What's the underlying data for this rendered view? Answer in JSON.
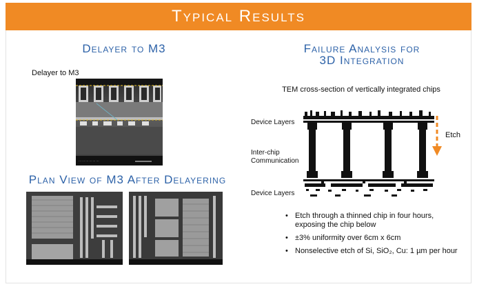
{
  "header": {
    "title": "Typical Results"
  },
  "left": {
    "section1_title": "Delayer to M3",
    "image1_label": "Delayer to M3",
    "section2_title": "Plan View of M3 After Delayering"
  },
  "right": {
    "title_line1": "Failure Analysis for",
    "title_line2": "3D Integration",
    "caption": "TEM cross-section of vertically integrated chips",
    "label_device_top": "Device Layers",
    "label_interchip_1": "Inter-chip",
    "label_interchip_2": "Communication",
    "label_device_bottom": "Device Layers",
    "label_etch": "Etch",
    "bullets": [
      "Etch through a thinned chip in four hours, exposing the chip below",
      "±3% uniformity over 6cm x 6cm",
      "Nonselective etch of Si, SiO₂, Cu: 1 µm per hour"
    ]
  },
  "colors": {
    "banner": "#f08a24",
    "heading": "#2d62a8",
    "arrow": "#f08a24"
  }
}
